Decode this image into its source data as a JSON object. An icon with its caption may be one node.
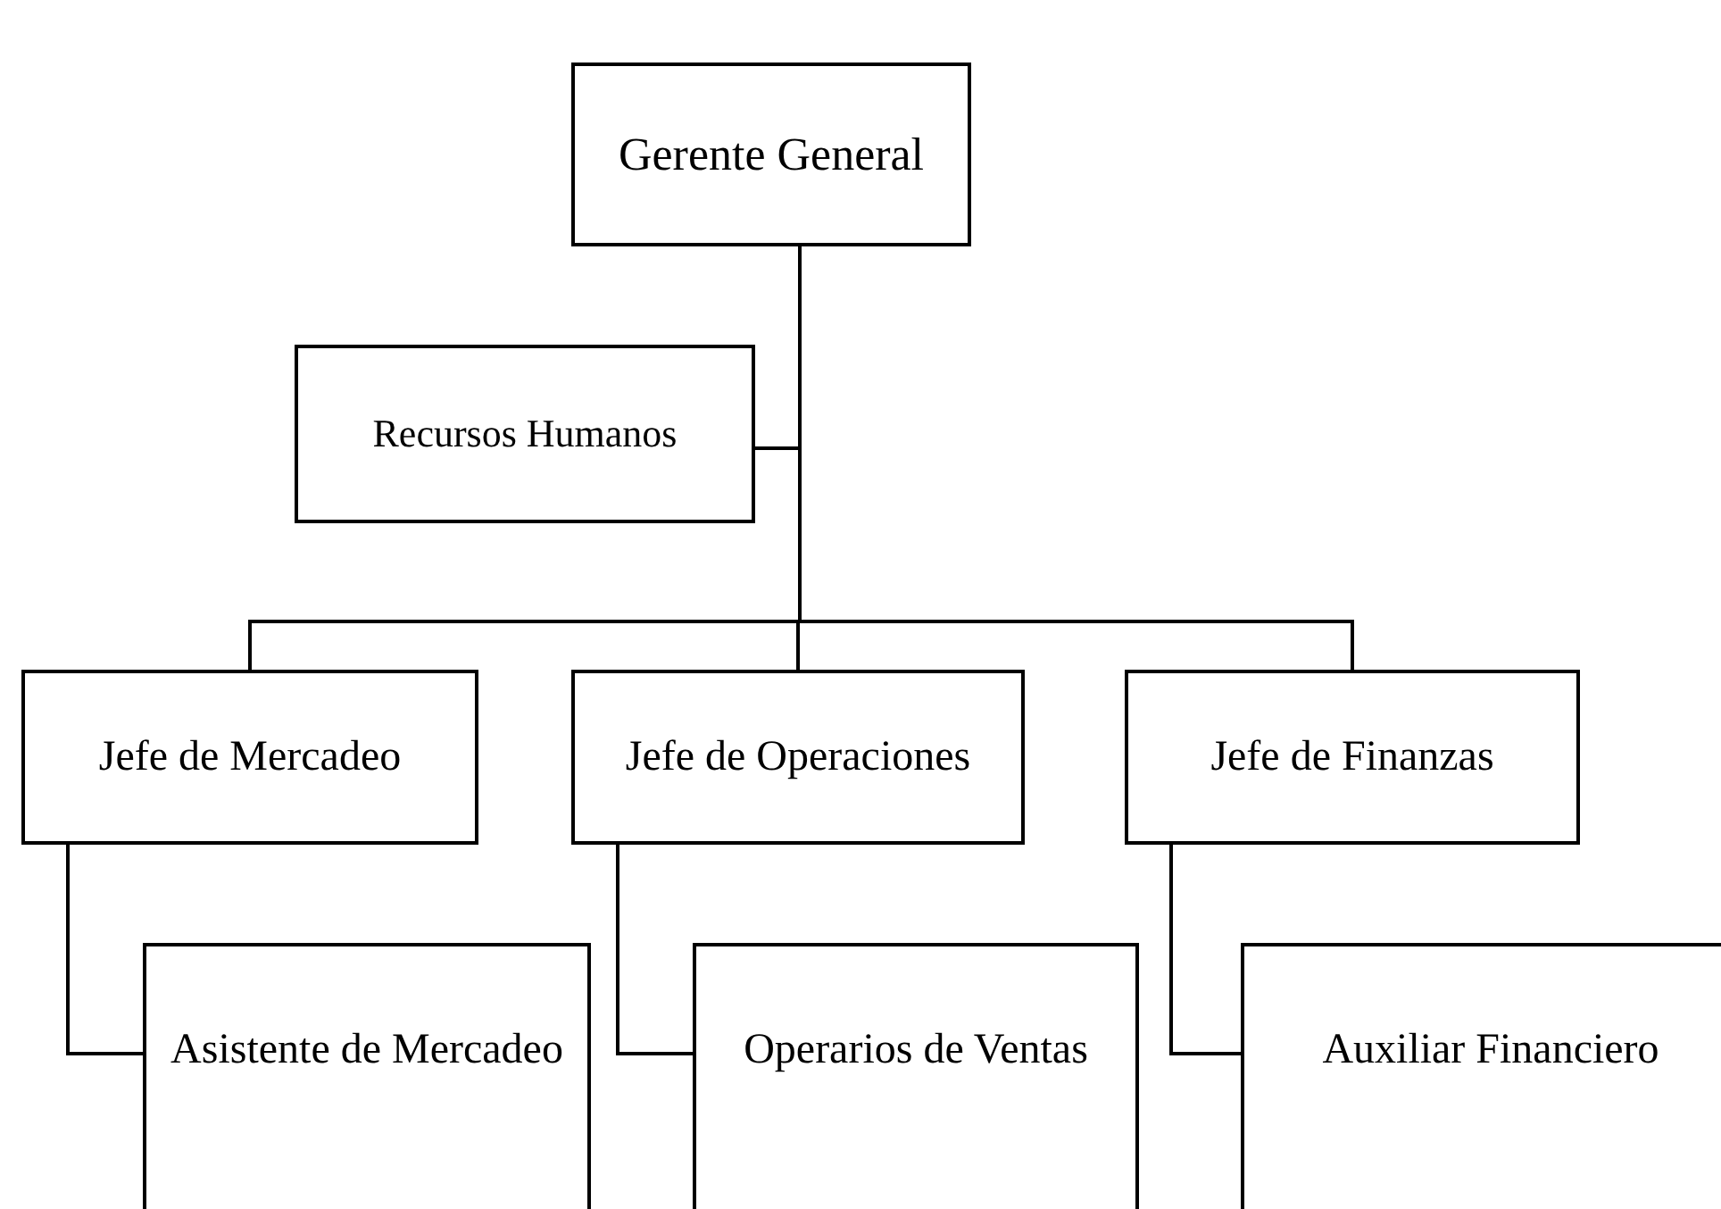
{
  "diagram": {
    "nodes": [
      {
        "text": [
          "Gerente General"
        ]
      },
      {
        "text": [
          "Recursos Humanos"
        ]
      },
      {
        "text": [
          "Jefe de Mercadeo"
        ]
      },
      {
        "text": [
          "Jefe de Operaciones"
        ]
      },
      {
        "text": [
          "Jefe de Finanzas"
        ]
      },
      {
        "text": [
          "Asistente de Mercadeo"
        ]
      },
      {
        "text": [
          "Operarios de Ventas"
        ]
      },
      {
        "text": [
          "Auxiliar Financiero"
        ]
      }
    ],
    "edges": [
      {
        "from": 0,
        "to": 1,
        "arrow": "none"
      },
      {
        "from": 0,
        "to": 2,
        "arrow": "none"
      },
      {
        "from": 0,
        "to": 3,
        "arrow": "none"
      },
      {
        "from": 0,
        "to": 4,
        "arrow": "none"
      },
      {
        "from": 2,
        "to": 5,
        "arrow": "none"
      },
      {
        "from": 3,
        "to": 6,
        "arrow": "none"
      },
      {
        "from": 4,
        "to": 7,
        "arrow": "none"
      }
    ]
  }
}
